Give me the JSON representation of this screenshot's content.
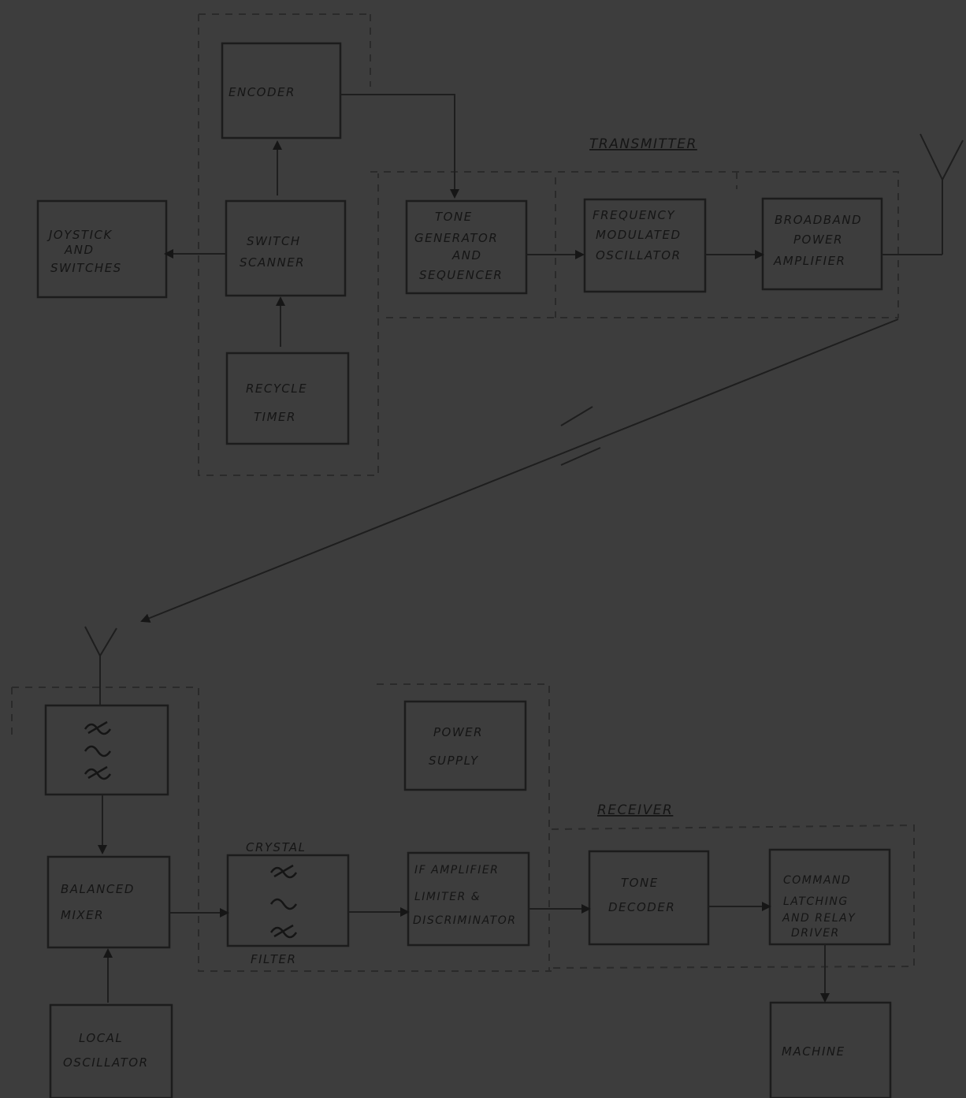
{
  "titles": {
    "transmitter": "TRANSMITTER",
    "receiver": "RECEIVER"
  },
  "blocks": {
    "encoder": [
      "ENCODER"
    ],
    "joystick": [
      "JOYSTICK",
      "AND",
      "SWITCHES"
    ],
    "switch_scanner": [
      "SWITCH",
      "SCANNER"
    ],
    "recycle_timer": [
      "RECYCLE",
      "TIMER"
    ],
    "tone_generator": [
      "TONE",
      "GENERATOR",
      "AND",
      "SEQUENCER"
    ],
    "fm_oscillator": [
      "FREQUENCY",
      "MODULATED",
      "OSCILLATOR"
    ],
    "power_amp": [
      "BROADBAND",
      "POWER",
      "AMPLIFIER"
    ],
    "rf_filter": [],
    "power_supply": [
      "POWER",
      "SUPPLY"
    ],
    "balanced_mixer": [
      "BALANCED",
      "MIXER"
    ],
    "crystal_filter": [
      "CRYSTAL",
      "FILTER"
    ],
    "if_amplifier": [
      "IF AMPLIFIER",
      "LIMITER &",
      "DISCRIMINATOR"
    ],
    "tone_decoder": [
      "TONE",
      "DECODER"
    ],
    "command_latching": [
      "COMMAND",
      "LATCHING",
      "AND RELAY",
      "DRIVER"
    ],
    "machine": [
      "MACHINE"
    ],
    "local_oscillator": [
      "LOCAL",
      "OSCILLATOR"
    ]
  }
}
